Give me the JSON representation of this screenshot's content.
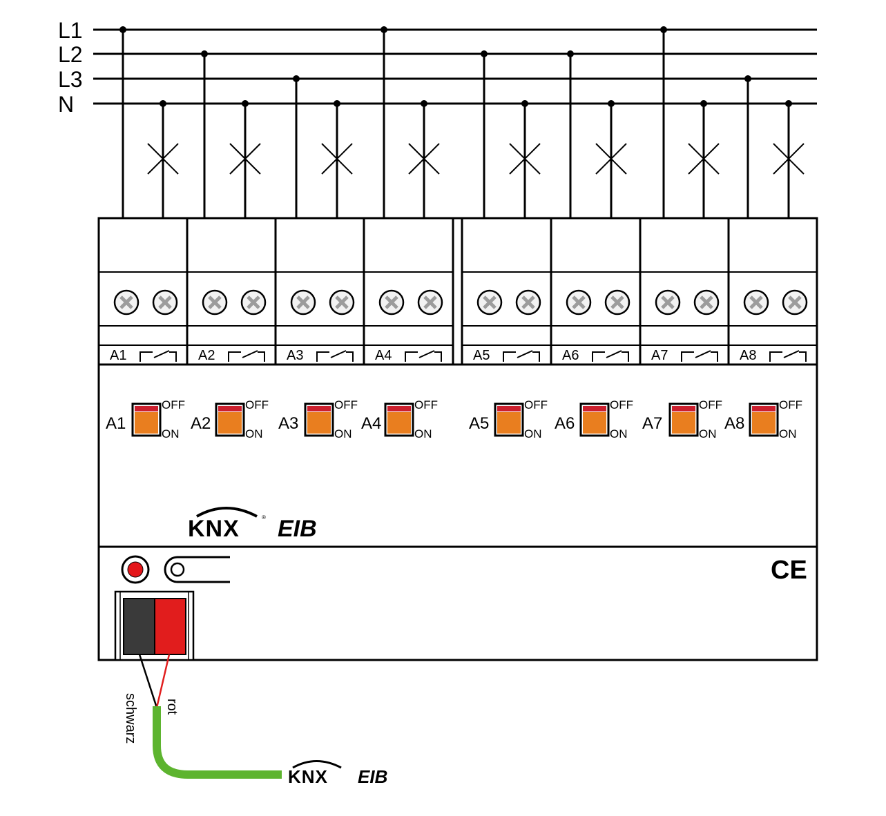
{
  "supply_lines": [
    {
      "label": "L1"
    },
    {
      "label": "L2"
    },
    {
      "label": "L3"
    },
    {
      "label": "N"
    }
  ],
  "channels": [
    {
      "label": "A1",
      "phase": "L1",
      "off_label": "OFF",
      "on_label": "ON"
    },
    {
      "label": "A2",
      "phase": "L2",
      "off_label": "OFF",
      "on_label": "ON"
    },
    {
      "label": "A3",
      "phase": "L3",
      "off_label": "OFF",
      "on_label": "ON"
    },
    {
      "label": "A4",
      "phase": "L1",
      "off_label": "OFF",
      "on_label": "ON"
    },
    {
      "label": "A5",
      "phase": "L2",
      "off_label": "OFF",
      "on_label": "ON"
    },
    {
      "label": "A6",
      "phase": "L2",
      "off_label": "OFF",
      "on_label": "ON"
    },
    {
      "label": "A7",
      "phase": "L1",
      "off_label": "OFF",
      "on_label": "ON"
    },
    {
      "label": "A8",
      "phase": "L3",
      "off_label": "OFF",
      "on_label": "ON"
    }
  ],
  "device": {
    "logo_knx": "KNX",
    "logo_eib": "EIB",
    "ce_mark": "CE"
  },
  "bus_cable": {
    "wire_black_label": "schwarz",
    "wire_red_label": "rot",
    "logo_knx": "KNX",
    "logo_eib": "EIB"
  },
  "colors": {
    "switch_orange": "#e97e1f",
    "switch_red_window": "#cc1f2e",
    "led_red": "#e4161a",
    "terminal_red": "#e11d1d",
    "terminal_black": "#3a3a3a",
    "bus_cable_green": "#5db42f",
    "screw_grey": "#9c9c9c"
  },
  "icons": {
    "lamp": "lamp-cross-icon",
    "relay_contact": "relay-contact-icon",
    "screw": "screw-terminal-icon",
    "programming_led": "programming-led-icon",
    "programming_button": "programming-button-icon"
  }
}
